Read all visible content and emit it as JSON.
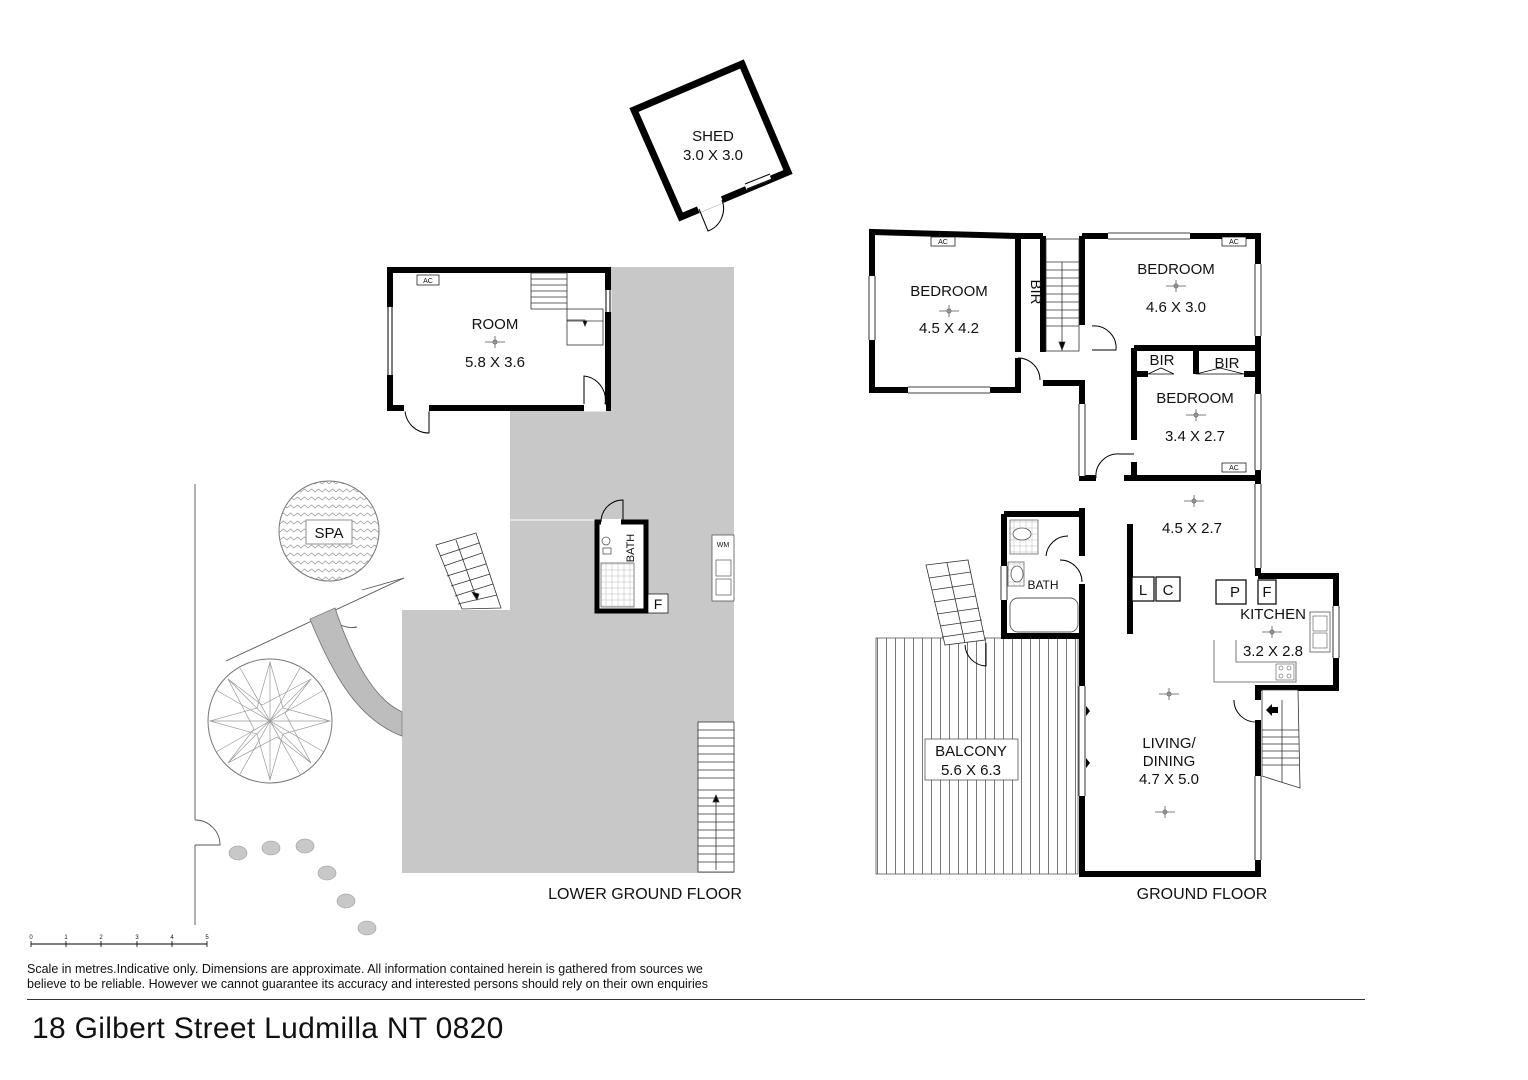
{
  "shed": {
    "name": "SHED",
    "size": "3.0 X 3.0"
  },
  "lower": {
    "room_name": "ROOM",
    "room_size": "5.8 X 3.6",
    "spa": "SPA",
    "bath": "BATH",
    "wm": "WM",
    "f": "F",
    "ac": "AC",
    "floor_label": "LOWER GROUND FLOOR"
  },
  "ground": {
    "bed1_name": "BEDROOM",
    "bed1_size": "4.5 X 4.2",
    "bed2_name": "BEDROOM",
    "bed2_size": "4.6 X 3.0",
    "bed3_name": "BEDROOM",
    "bed3_size": "3.4 X 2.7",
    "bir": "BIR",
    "hall_size": "4.5 X 2.7",
    "bath": "BATH",
    "l": "L",
    "c": "C",
    "p": "P",
    "f": "F",
    "kitchen_name": "KITCHEN",
    "kitchen_size": "3.2 X 2.8",
    "living_line1": "LIVING/",
    "living_line2": "DINING",
    "living_size": "4.7 X 5.0",
    "balcony_name": "BALCONY",
    "balcony_size": "5.6 X 6.3",
    "ac": "AC",
    "floor_label": "GROUND FLOOR"
  },
  "scale": {
    "ticks": [
      "0",
      "1",
      "2",
      "3",
      "4",
      "5"
    ]
  },
  "disclaimer": {
    "line1": "Scale in metres.Indicative only. Dimensions are approximate. All information contained herein is gathered from sources we",
    "line2": "believe to be reliable. However we cannot guarantee its accuracy and interested persons should rely on their own enquiries"
  },
  "address": "18 Gilbert Street Ludmilla NT 0820"
}
